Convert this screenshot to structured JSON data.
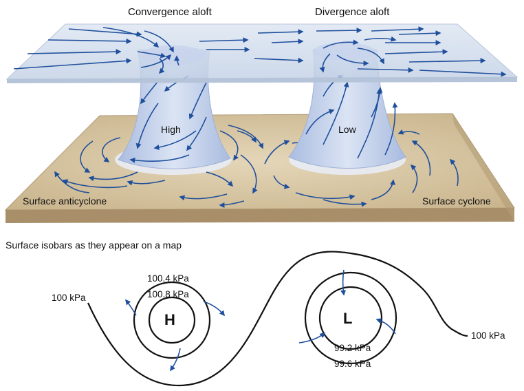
{
  "labels": {
    "convergence_aloft": "Convergence aloft",
    "divergence_aloft": "Divergence aloft",
    "high": "High",
    "low": "Low",
    "surface_anticyclone": "Surface anticyclone",
    "surface_cyclone": "Surface cyclone",
    "isobar_caption": "Surface isobars as they appear on a map",
    "isobar_100_left": "100 kPa",
    "isobar_100_right": "100 kPa",
    "isobar_100_4": "100.4 kPa",
    "isobar_100_8": "100.8 kPa",
    "isobar_99_2": "99.2 kPa",
    "isobar_99_6": "99.6 kPa",
    "high_symbol": "H",
    "low_symbol": "L"
  },
  "colors": {
    "arrow": "#1f4f9c",
    "ground": "#c9b48e",
    "ground_edge": "#a48d68",
    "plane": "#cdd9ea",
    "column": "#bccbe8",
    "isobar": "#111111"
  }
}
